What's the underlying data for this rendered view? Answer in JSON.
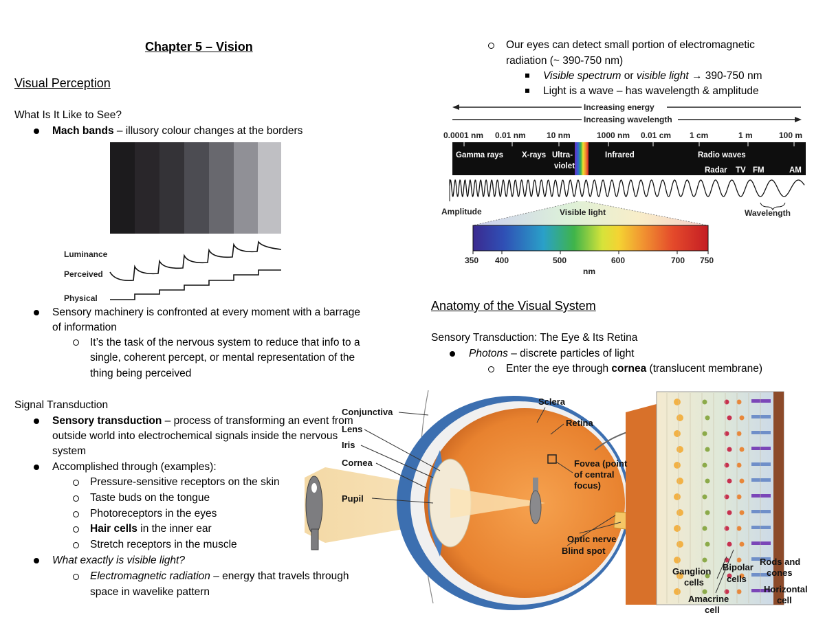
{
  "left": {
    "chapter_title": "Chapter 5 – Vision",
    "section1_title": "Visual Perception",
    "subhead1": "What Is It Like to See?",
    "mach_term": "Mach bands",
    "mach_rest": " – illusory colour changes at the borders",
    "mach_figure": {
      "luminance": "Luminance",
      "perceived": "Perceived",
      "physical": "Physical"
    },
    "sensory_line1": "Sensory machinery is confronted at every moment with a barrage",
    "sensory_line2": "of information",
    "task_line1": "It’s the task of the nervous system to reduce that info to a",
    "task_line2": "single, coherent percept, or mental representation of the",
    "task_line3": "thing being perceived",
    "subhead2": "Signal Transduction",
    "st_term": "Sensory transduction",
    "st_rest": " – process of transforming an event from",
    "st_line2": "outside world into electrochemical signals inside the nervous",
    "st_line3": "system",
    "accomplished": "Accomplished through (examples):",
    "examples": [
      {
        "bold": "",
        "text": "Pressure-sensitive receptors on the skin"
      },
      {
        "bold": "",
        "text": "Taste buds on the tongue"
      },
      {
        "bold": "",
        "text": "Photoreceptors in the eyes"
      },
      {
        "bold": "Hair cells",
        "text": " in the inner ear"
      },
      {
        "bold": "",
        "text": "Stretch receptors in the muscle"
      }
    ],
    "question": "What exactly is visible light?",
    "em_term": "Electromagnetic radiation",
    "em_rest": " – energy that travels through",
    "em_line2": "space in wavelike pattern"
  },
  "right": {
    "eyes_line1": "Our eyes can detect small portion of electromagnetic",
    "eyes_line2": "radiation (~ 390-750 nm)",
    "vis_i1": "Visible spectrum",
    "vis_mid": " or ",
    "vis_i2": "visible light",
    "vis_rest": " → 390-750 nm",
    "wave_line": "Light is a wave – has wavelength & amplitude",
    "spectrum": {
      "energy": "Increasing energy",
      "wavelength": "Increasing wavelength",
      "scale": [
        "0.0001 nm",
        "0.01 nm",
        "10 nm",
        "1000 nm",
        "0.01 cm",
        "1 cm",
        "1 m",
        "100 m"
      ],
      "gamma": "Gamma rays",
      "xrays": "X-rays",
      "uv1": "Ultra-",
      "uv2": "violet",
      "ir": "Infrared",
      "radio": "Radio waves",
      "radar": "Radar",
      "tv": "TV",
      "fm": "FM",
      "am": "AM",
      "amplitude": "Amplitude",
      "wavelength_lbl": "Wavelength",
      "visible": "Visible light",
      "nm_ticks": [
        "350",
        "400",
        "500",
        "600",
        "700",
        "750"
      ],
      "nm": "nm"
    },
    "section2_title": "Anatomy of the Visual System",
    "subhead3": "Sensory Transduction: The Eye & Its Retina",
    "photons_term": "Photons",
    "photons_rest": " – discrete particles of light",
    "enter_pre": "Enter the eye through ",
    "enter_bold": "cornea",
    "enter_rest": " (translucent membrane)"
  },
  "eye": {
    "conjunctiva": "Conjunctiva",
    "lens": "Lens",
    "iris": "Iris",
    "cornea": "Cornea",
    "pupil": "Pupil",
    "sclera": "Sclera",
    "retina": "Retina",
    "fovea1": "Fovea (point",
    "fovea2": "of central",
    "fovea3": "focus)",
    "optic": "Optic nerve",
    "blind": "Blind spot",
    "ganglion1": "Ganglion",
    "ganglion2": "cells",
    "bipolar1": "Bipolar",
    "bipolar2": "cells",
    "amacrine1": "Amacrine",
    "amacrine2": "cell",
    "rods1": "Rods and",
    "rods2": "cones",
    "horiz1": "Horizontal",
    "horiz2": "cell"
  },
  "colors": {
    "text": "#000000",
    "eye_orange": "#e9843a",
    "cornea_blue": "#4a7fc1"
  }
}
